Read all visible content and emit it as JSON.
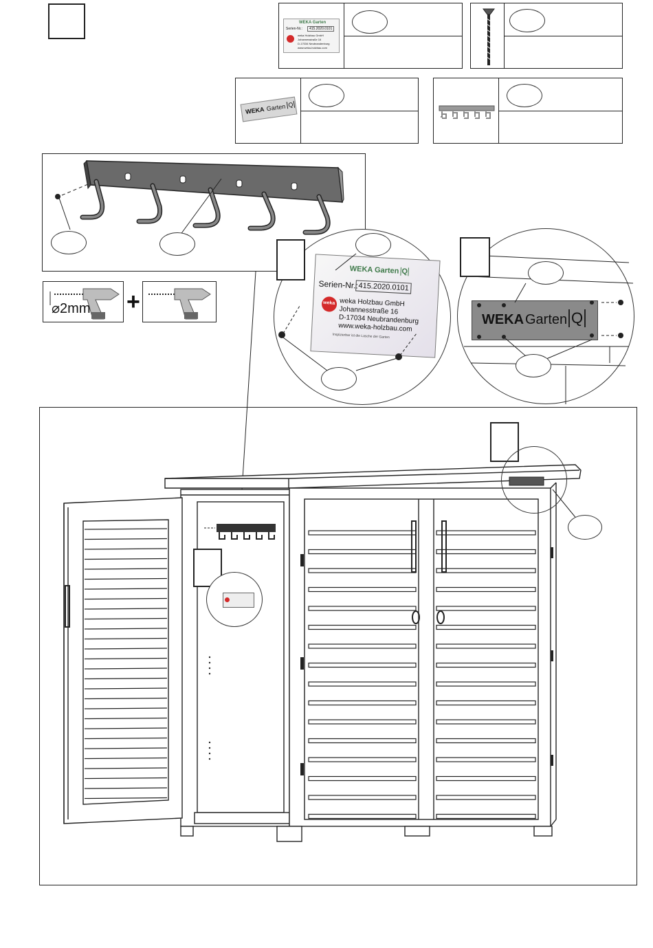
{
  "step_box": "",
  "parts": {
    "serial_plate_small": {
      "brand": "WEKA Garten",
      "serial_label": "Serien-Nr.:",
      "serial_value": "415.2020.0101",
      "company": "weka Holzbau GmbH",
      "street": "Johannesstraße 16",
      "city": "D-17034 Neubrandenburg",
      "url": "www.weka-holzbau.com"
    },
    "nameplate_small": {
      "brand_bold": "WEKA",
      "brand_light": "Garten",
      "brand_q": "Q"
    }
  },
  "detail_serial": {
    "brand": "WEKA Garten",
    "brand_q": "Q",
    "serial_label": "Serien-Nr.:",
    "serial_value": "415.2020.0101",
    "company": "weka Holzbau GmbH",
    "street": "Johannesstraße 16",
    "city": "D-17034 Neubrandenburg",
    "url": "www.weka-holzbau.com",
    "fine_print": "Inspizierbar ist die Lasche der Garten",
    "logo": "weka"
  },
  "detail_nameplate": {
    "brand_bold": "WEKA",
    "brand_light": "Garten",
    "brand_q": "Q"
  },
  "drill": {
    "diameter": "2mm",
    "plus": "+"
  },
  "colors": {
    "line": "#222222",
    "plate_gray": "#8a8a8a",
    "logo_red": "#d42a2a",
    "accent_green": "#3f7a4a"
  }
}
